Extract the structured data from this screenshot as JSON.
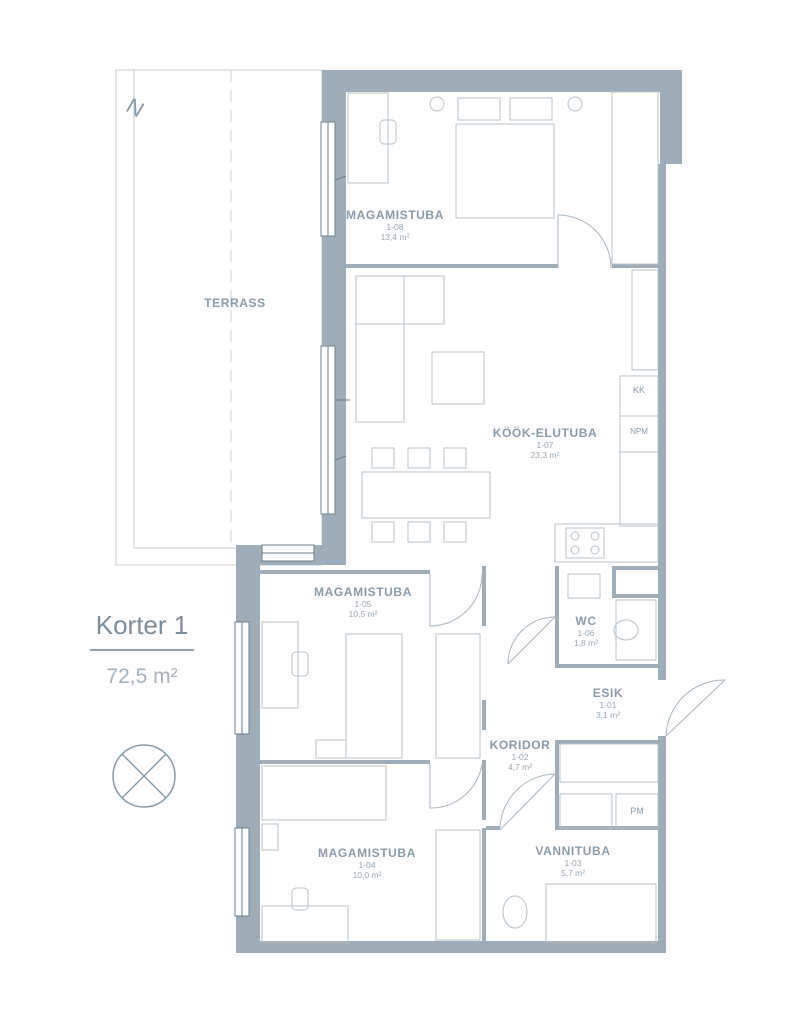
{
  "apartment": {
    "title": "Korter 1",
    "area": "72,5 m²"
  },
  "compass": {
    "label": "N"
  },
  "terrace": {
    "label": "TERRASS"
  },
  "rooms": {
    "bedroom_top": {
      "name": "MAGAMISTUBA",
      "code": "1-08",
      "area": "13,4 m²"
    },
    "living": {
      "name": "KÖÖK-ELUTUBA",
      "code": "1-07",
      "area": "23,3 m²"
    },
    "bedroom_mid": {
      "name": "MAGAMISTUBA",
      "code": "1-05",
      "area": "10,5 m²"
    },
    "wc": {
      "name": "WC",
      "code": "1-06",
      "area": "1,8 m²"
    },
    "entry": {
      "name": "ESIK",
      "code": "1-01",
      "area": "3,1 m²"
    },
    "corridor": {
      "name": "KORIDOR",
      "code": "1-02",
      "area": "4,7 m²"
    },
    "bedroom_bottom": {
      "name": "MAGAMISTUBA",
      "code": "1-04",
      "area": "10,0 m²"
    },
    "bathroom": {
      "name": "VANNITUBA",
      "code": "1-03",
      "area": "5,7 m²"
    }
  },
  "fixtures": {
    "fridge": "KK",
    "dishwasher": "NPM",
    "washer": "PM"
  },
  "colors": {
    "wall": "#9eadb8",
    "line": "#a9b6c0",
    "text": "#8b9cab"
  }
}
